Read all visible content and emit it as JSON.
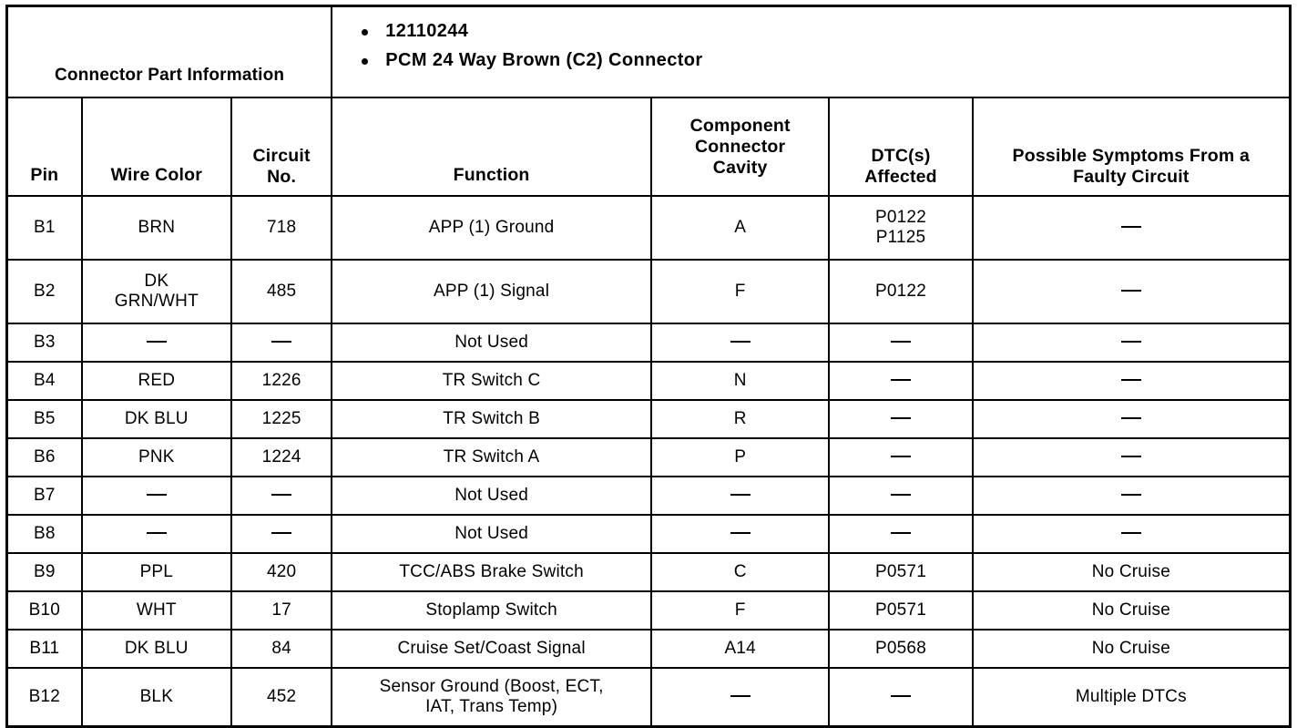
{
  "connector_part_information": {
    "label": "Connector Part Information",
    "items": [
      "12110244",
      "PCM 24 Way Brown (C2) Connector"
    ]
  },
  "columns": {
    "pin": "Pin",
    "wire_color": "Wire Color",
    "circuit_no_line1": "Circuit",
    "circuit_no_line2": "No.",
    "function": "Function",
    "component_connector_cavity_line1": "Component",
    "component_connector_cavity_line2": "Connector",
    "component_connector_cavity_line3": "Cavity",
    "dtcs_affected_line1": "DTC(s)",
    "dtcs_affected_line2": "Affected",
    "possible_symptoms_line1": "Possible Symptoms From a",
    "possible_symptoms_line2": "Faulty Circuit"
  },
  "dash": "—",
  "rows": [
    {
      "pin": "B1",
      "wire_color": "BRN",
      "circuit_no": "718",
      "function": "APP (1) Ground",
      "cavity": "A",
      "dtc_line1": "P0122",
      "dtc_line2": "P1125",
      "symptoms": "—"
    },
    {
      "pin": "B2",
      "wire_color_line1": "DK",
      "wire_color_line2": "GRN/WHT",
      "circuit_no": "485",
      "function": "APP (1) Signal",
      "cavity": "F",
      "dtc": "P0122",
      "symptoms": "—"
    },
    {
      "pin": "B3",
      "wire_color": "—",
      "circuit_no": "—",
      "function": "Not Used",
      "cavity": "—",
      "dtc": "—",
      "symptoms": "—"
    },
    {
      "pin": "B4",
      "wire_color": "RED",
      "circuit_no": "1226",
      "function": "TR Switch C",
      "cavity": "N",
      "dtc": "—",
      "symptoms": "—"
    },
    {
      "pin": "B5",
      "wire_color": "DK BLU",
      "circuit_no": "1225",
      "function": "TR Switch B",
      "cavity": "R",
      "dtc": "—",
      "symptoms": "—"
    },
    {
      "pin": "B6",
      "wire_color": "PNK",
      "circuit_no": "1224",
      "function": "TR Switch A",
      "cavity": "P",
      "dtc": "—",
      "symptoms": "—"
    },
    {
      "pin": "B7",
      "wire_color": "—",
      "circuit_no": "—",
      "function": "Not Used",
      "cavity": "—",
      "dtc": "—",
      "symptoms": "—"
    },
    {
      "pin": "B8",
      "wire_color": "—",
      "circuit_no": "—",
      "function": "Not Used",
      "cavity": "—",
      "dtc": "—",
      "symptoms": "—"
    },
    {
      "pin": "B9",
      "wire_color": "PPL",
      "circuit_no": "420",
      "function": "TCC/ABS Brake Switch",
      "cavity": "C",
      "dtc": "P0571",
      "symptoms": "No Cruise"
    },
    {
      "pin": "B10",
      "wire_color": "WHT",
      "circuit_no": "17",
      "function": "Stoplamp Switch",
      "cavity": "F",
      "dtc": "P0571",
      "symptoms": "No Cruise"
    },
    {
      "pin": "B11",
      "wire_color": "DK BLU",
      "circuit_no": "84",
      "function": "Cruise Set/Coast Signal",
      "cavity": "A14",
      "dtc": "P0568",
      "symptoms": "No Cruise"
    },
    {
      "pin": "B12",
      "wire_color": "BLK",
      "circuit_no": "452",
      "function_line1": "Sensor Ground (Boost, ECT,",
      "function_line2": "IAT, Trans Temp)",
      "cavity": "—",
      "dtc": "—",
      "symptoms": "Multiple DTCs"
    }
  ]
}
